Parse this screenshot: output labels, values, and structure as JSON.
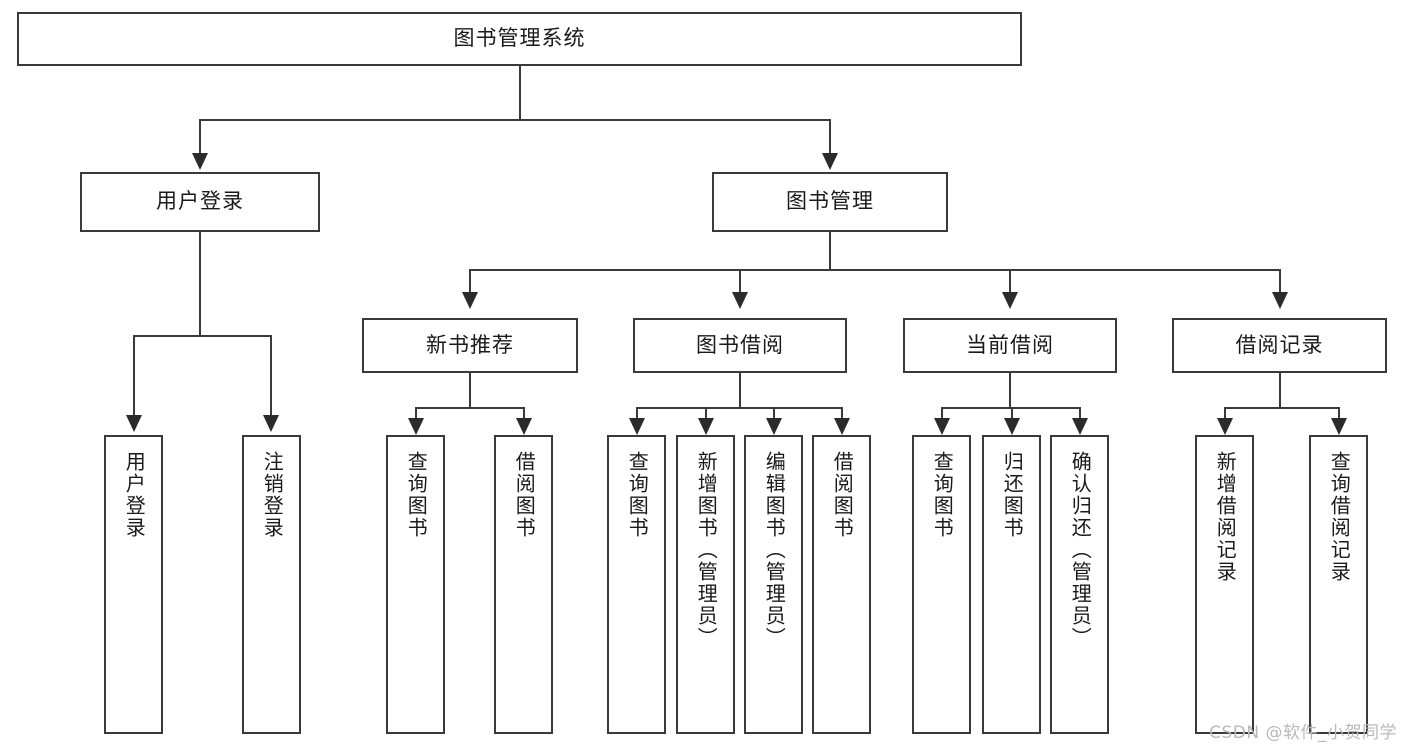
{
  "diagram": {
    "type": "tree",
    "title": "图书管理系统",
    "root": {
      "label": "图书管理系统"
    },
    "level2": [
      {
        "label": "用户登录"
      },
      {
        "label": "图书管理"
      }
    ],
    "level3": [
      {
        "label": "新书推荐"
      },
      {
        "label": "图书借阅"
      },
      {
        "label": "当前借阅"
      },
      {
        "label": "借阅记录"
      }
    ],
    "leaves": {
      "user_login": [
        {
          "label": "用户登录"
        },
        {
          "label": "注销登录"
        }
      ],
      "new_book_recommend": [
        {
          "label": "查询图书"
        },
        {
          "label": "借阅图书"
        }
      ],
      "book_borrow": [
        {
          "label": "查询图书"
        },
        {
          "label": "新增图书（管理员）"
        },
        {
          "label": "编辑图书（管理员）"
        },
        {
          "label": "借阅图书"
        }
      ],
      "current_borrow": [
        {
          "label": "查询图书"
        },
        {
          "label": "归还图书"
        },
        {
          "label": "确认归还（管理员）"
        }
      ],
      "borrow_record": [
        {
          "label": "新增借阅记录"
        },
        {
          "label": "查询借阅记录"
        }
      ]
    }
  },
  "watermark": {
    "text": "CSDN @软件_小贺同学"
  },
  "colors": {
    "background": "#ffffff",
    "border": "#3a3a3a",
    "text": "#1a1a1a",
    "connector": "#3a3a3a",
    "watermark": "#b9b9b9"
  }
}
